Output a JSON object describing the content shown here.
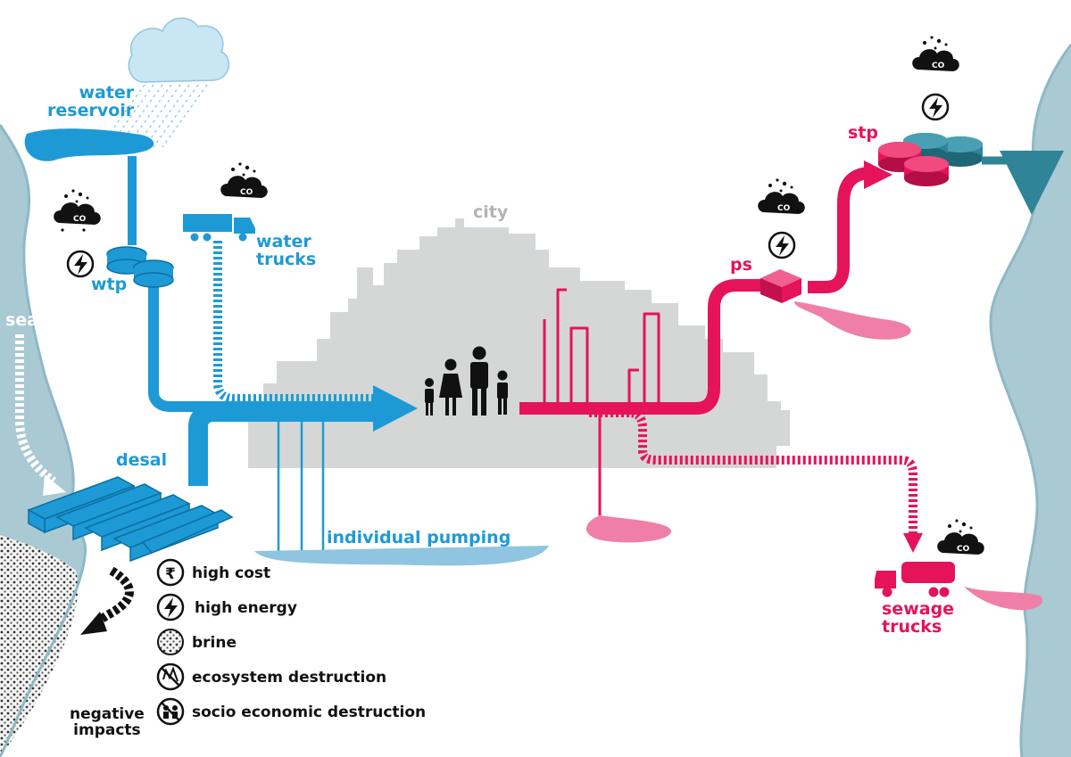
{
  "labels": {
    "water_reservoir": [
      "water",
      "reservoir"
    ],
    "wtp": "wtp",
    "water_trucks": [
      "water",
      "trucks"
    ],
    "sea": "sea",
    "desal": "desal",
    "city": "city",
    "individual_pumping": "individual pumping",
    "ps": "ps",
    "stp": "stp",
    "sewage_trucks": [
      "sewage",
      "trucks"
    ],
    "co2": "CO"
  },
  "legend": {
    "title": [
      "negative",
      "impacts"
    ],
    "items": [
      {
        "icon": "rupee-icon",
        "label": "high cost"
      },
      {
        "icon": "lightning-icon",
        "label": "high energy"
      },
      {
        "icon": "brine-dots-icon",
        "label": "brine"
      },
      {
        "icon": "ecosystem-destruction-icon",
        "label": "ecosystem destruction"
      },
      {
        "icon": "socio-economic-destruction-icon",
        "label": "socio economic destruction"
      }
    ]
  },
  "colors": {
    "water": "#1d9ad6",
    "sewage": "#e5135a",
    "river": "#8fb8c6",
    "city": "#d5d6d6",
    "pink_pool": "#f07fa8",
    "stp_teal": "#2f8497",
    "cloud": "#c9e6f5"
  }
}
